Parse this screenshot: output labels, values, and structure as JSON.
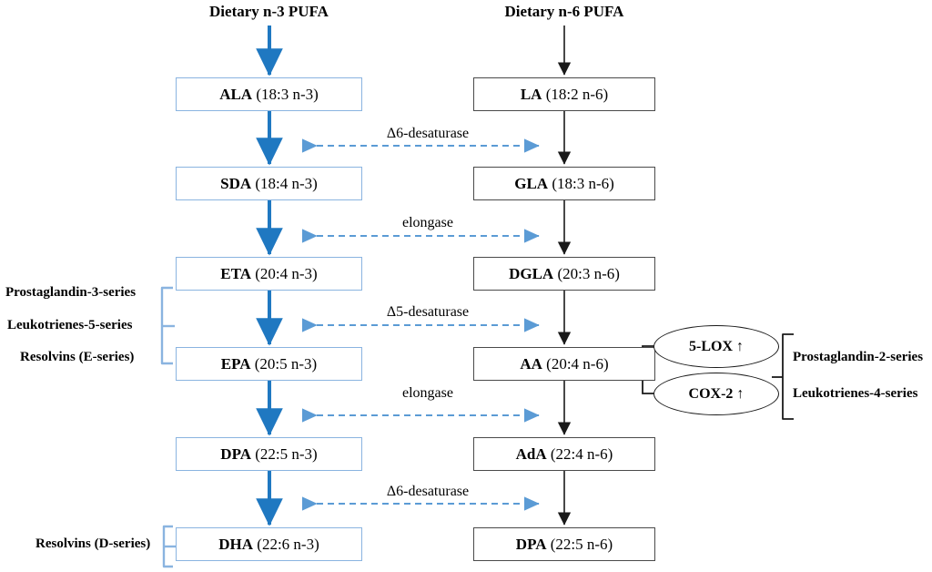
{
  "diagram": {
    "title_left": "Dietary n-3 PUFA",
    "title_right": "Dietary n-6 PUFA",
    "colors": {
      "n3_accent": "#2b7cc4",
      "n3_box_border": "#8ab4e0",
      "n6_accent": "#1a1a1a",
      "n6_box_border": "#4a4a4a",
      "bracket_blue": "#8ab4e0",
      "background": "#ffffff"
    }
  },
  "n3_pathway": [
    {
      "abbr": "ALA",
      "spec": "(18:3 n-3)"
    },
    {
      "abbr": "SDA",
      "spec": "(18:4 n-3)"
    },
    {
      "abbr": "ETA",
      "spec": "(20:4 n-3)"
    },
    {
      "abbr": "EPA",
      "spec": "(20:5 n-3)"
    },
    {
      "abbr": "DPA",
      "spec": "(22:5 n-3)"
    },
    {
      "abbr": "DHA",
      "spec": "(22:6 n-3)"
    }
  ],
  "n6_pathway": [
    {
      "abbr": "LA",
      "spec": "(18:2 n-6)"
    },
    {
      "abbr": "GLA",
      "spec": "(18:3 n-6)"
    },
    {
      "abbr": "DGLA",
      "spec": "(20:3 n-6)"
    },
    {
      "abbr": "AA",
      "spec": "(20:4 n-6)"
    },
    {
      "abbr": "AdA",
      "spec": "(22:4 n-6)"
    },
    {
      "abbr": "DPA",
      "spec": "(22:5 n-6)"
    }
  ],
  "enzymes": [
    {
      "label": "Δ6-desaturase"
    },
    {
      "label": "elongase"
    },
    {
      "label": "Δ5-desaturase"
    },
    {
      "label": "elongase"
    },
    {
      "label": "Δ6-desaturase"
    }
  ],
  "n3_products": {
    "items": [
      {
        "label": "Prostaglandin-3-series"
      },
      {
        "label": "Leukotrienes-5-series"
      },
      {
        "label": "Resolvins (E-series)"
      }
    ],
    "dha_product": "Resolvins (D-series)"
  },
  "enzyme_nodes": [
    {
      "label": "5-LOX ↑"
    },
    {
      "label": "COX-2 ↑"
    }
  ],
  "n6_products": {
    "items": [
      {
        "label": "Prostaglandin-2-series"
      },
      {
        "label": "Leukotrienes-4-series"
      }
    ]
  }
}
